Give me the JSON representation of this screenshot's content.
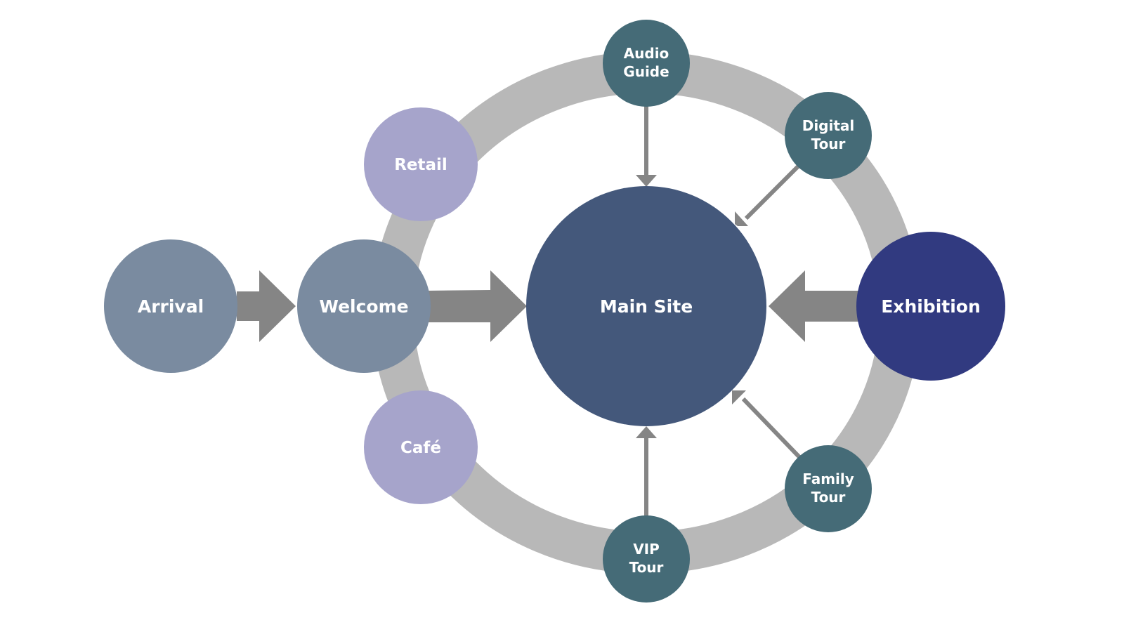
{
  "colors": {
    "background": "#ffffff",
    "ring": "#b8b8b8",
    "arrow": "#858585",
    "grey_blue_node": "#7a8ba0",
    "lavender_node": "#a6a4cb",
    "teal_node": "#456b77",
    "main_node": "#44587b",
    "exhibition_node": "#313a80"
  },
  "nodes": {
    "arrival": "Arrival",
    "welcome": "Welcome",
    "main_site": "Main Site",
    "exhibition": "Exhibition",
    "retail": "Retail",
    "cafe": "Café",
    "audio_guide": [
      "Audio",
      "Guide"
    ],
    "digital_tour": [
      "Digital",
      "Tour"
    ],
    "family_tour": [
      "Family",
      "Tour"
    ],
    "vip_tour": [
      "VIP",
      "Tour"
    ]
  }
}
